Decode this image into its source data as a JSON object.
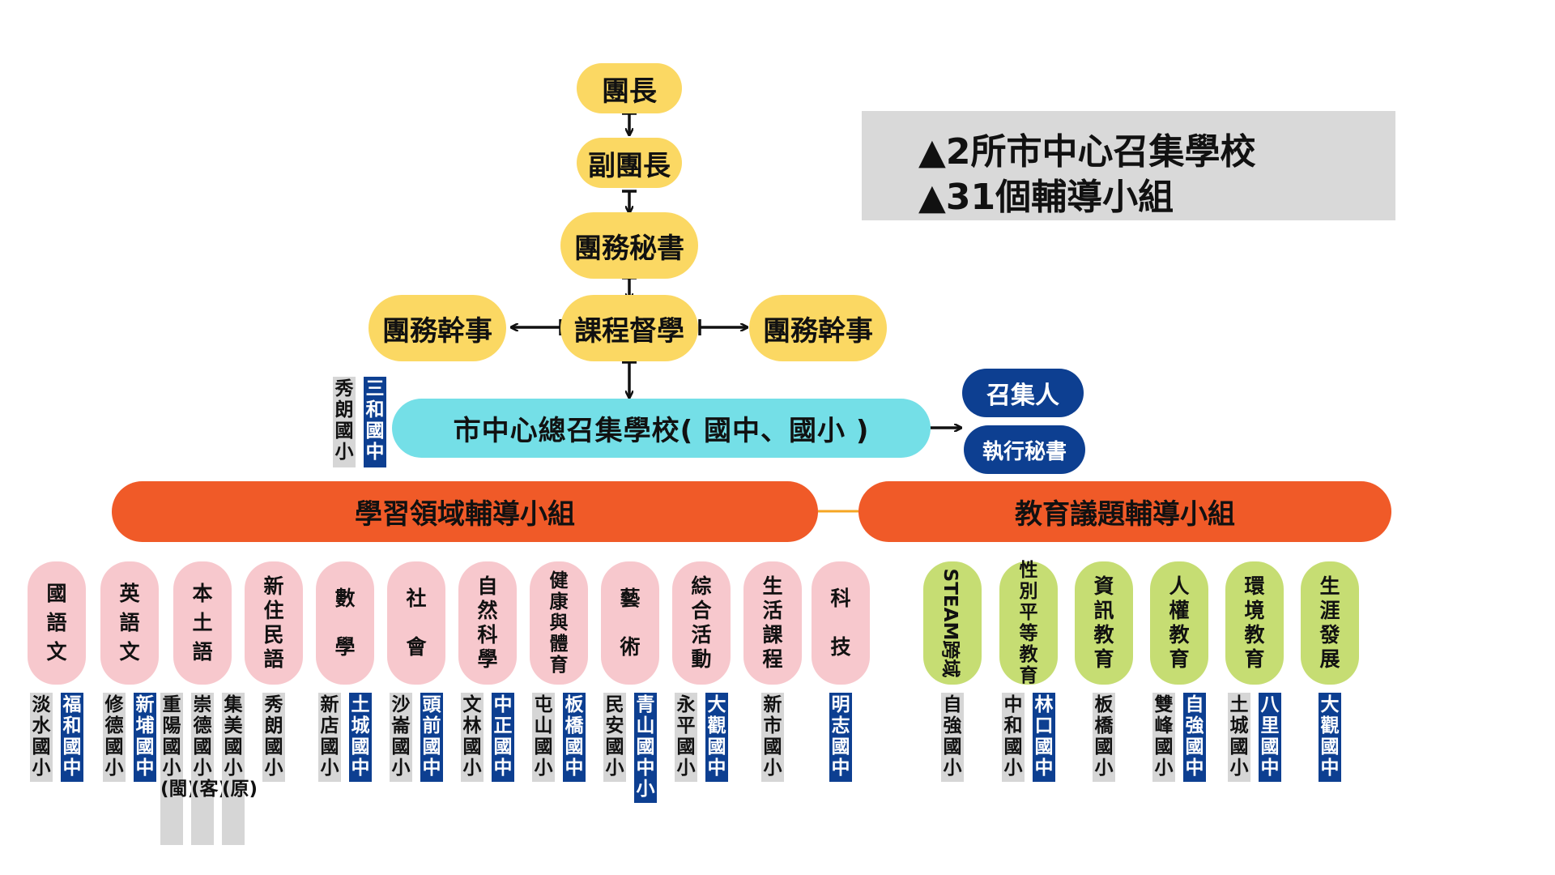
{
  "info": {
    "line1": "▲2所市中心召集學校",
    "line2": "▲31個輔導小組"
  },
  "top": {
    "leader": "團長",
    "vice_leader": "副團長",
    "secretary": "團務秘書",
    "supervisor": "課程督學",
    "officer_left": "團務幹事",
    "officer_right": "團務幹事"
  },
  "center": {
    "label": "市中心總召集學校( 國中、國小 )",
    "school_primary": "秀朗國小",
    "school_junior": "三和國中",
    "convener": "召集人",
    "exec_secretary": "執行秘書"
  },
  "groups": {
    "learning": "學習領域輔導小組",
    "issues": "教育議題輔導小組"
  },
  "learning_areas": [
    {
      "name": "國語文",
      "schools": [
        {
          "text": "淡水國小",
          "type": "primary"
        },
        {
          "text": "福和國中",
          "type": "junior"
        }
      ]
    },
    {
      "name": "英語文",
      "schools": [
        {
          "text": "修德國小",
          "type": "primary"
        },
        {
          "text": "新埔國中",
          "type": "junior"
        }
      ]
    },
    {
      "name": "本土語",
      "schools": [
        {
          "text": "重陽國小(閩)",
          "type": "primary"
        },
        {
          "text": "崇德國小(客)",
          "type": "primary"
        },
        {
          "text": "集美國小(原)",
          "type": "primary"
        }
      ]
    },
    {
      "name": "新住民語",
      "schools": [
        {
          "text": "秀朗國小",
          "type": "primary"
        }
      ]
    },
    {
      "name": "數學",
      "schools": [
        {
          "text": "新店國小",
          "type": "primary"
        },
        {
          "text": "土城國中",
          "type": "junior"
        }
      ]
    },
    {
      "name": "社會",
      "schools": [
        {
          "text": "沙崙國小",
          "type": "primary"
        },
        {
          "text": "頭前國中",
          "type": "junior"
        }
      ]
    },
    {
      "name": "自然科學",
      "schools": [
        {
          "text": "文林國小",
          "type": "primary"
        },
        {
          "text": "中正國中",
          "type": "junior"
        }
      ]
    },
    {
      "name": "健康與體育",
      "schools": [
        {
          "text": "屯山國小",
          "type": "primary"
        },
        {
          "text": "板橋國中",
          "type": "junior"
        }
      ]
    },
    {
      "name": "藝術",
      "schools": [
        {
          "text": "民安國小",
          "type": "primary"
        },
        {
          "text": "青山國中小",
          "type": "junior"
        }
      ]
    },
    {
      "name": "綜合活動",
      "schools": [
        {
          "text": "永平國小",
          "type": "primary"
        },
        {
          "text": "大觀國中",
          "type": "junior"
        }
      ]
    },
    {
      "name": "生活課程",
      "schools": [
        {
          "text": "新市國小",
          "type": "primary"
        }
      ]
    },
    {
      "name": "科技",
      "schools": [
        {
          "text": "明志國中",
          "type": "junior"
        }
      ]
    }
  ],
  "issue_areas": [
    {
      "name": "STEAM跨域",
      "schools": [
        {
          "text": "自強國小",
          "type": "primary"
        }
      ]
    },
    {
      "name": "性別平等教育",
      "schools": [
        {
          "text": "中和國小",
          "type": "primary"
        },
        {
          "text": "林口國中",
          "type": "junior"
        }
      ]
    },
    {
      "name": "資訊教育",
      "schools": [
        {
          "text": "板橋國小",
          "type": "primary"
        }
      ]
    },
    {
      "name": "人權教育",
      "schools": [
        {
          "text": "雙峰國小",
          "type": "primary"
        },
        {
          "text": "自強國中",
          "type": "junior"
        }
      ]
    },
    {
      "name": "環境教育",
      "schools": [
        {
          "text": "土城國小",
          "type": "primary"
        },
        {
          "text": "八里國中",
          "type": "junior"
        }
      ]
    },
    {
      "name": "生涯發展",
      "schools": [
        {
          "text": "大觀國中",
          "type": "junior"
        }
      ]
    }
  ],
  "colors": {
    "yellow": "#fbd863",
    "cyan": "#74dfe7",
    "navy": "#0d3f91",
    "orange": "#f05a28",
    "pink": "#f7c8cd",
    "green": "#c6dd73",
    "grey": "#d6d6d6"
  }
}
